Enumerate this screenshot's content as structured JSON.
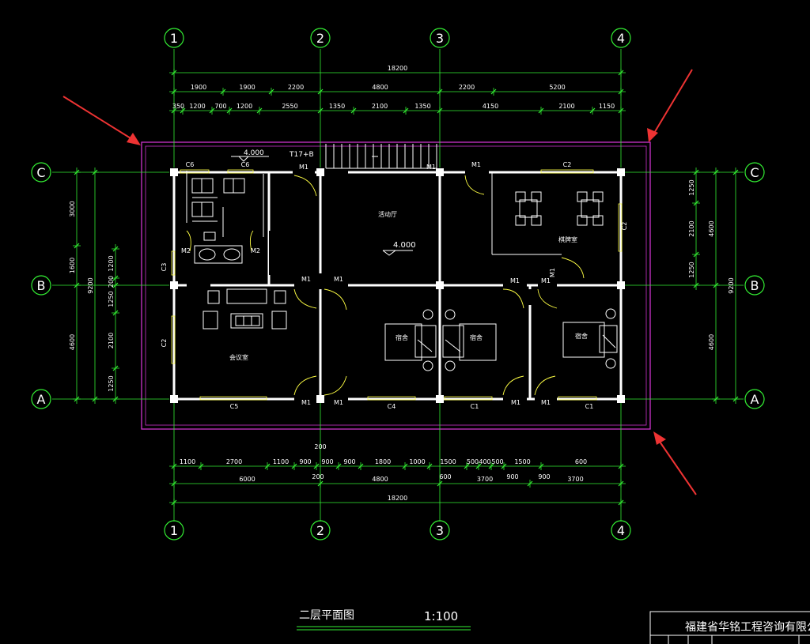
{
  "colors": {
    "background": "#000000",
    "dimension": "#33ee33",
    "grid_bubble": "#33ee33",
    "wall": "#ffffff",
    "window": "#ffff44",
    "text": "#ffffff",
    "outline": "#cc33cc",
    "arrow": "#ee3333",
    "furniture": "#ffffff"
  },
  "grid_axes": {
    "columns": [
      "1",
      "2",
      "3",
      "4"
    ],
    "rows": [
      "C",
      "B",
      "A"
    ]
  },
  "dimensions": {
    "top_total": "18200",
    "top_row1": [
      "1900",
      "1900",
      "2200",
      "4800",
      "2200",
      "5200"
    ],
    "top_row2": [
      "350",
      "1200",
      "700",
      "1200",
      "2550",
      "1350",
      "2100",
      "1350",
      "4150",
      "2100",
      "1150"
    ],
    "bottom_row1": [
      "1100",
      "2700",
      "1100",
      "900",
      "900",
      "900",
      "1800",
      "1000",
      "1500",
      "500",
      "400",
      "500",
      "1500",
      "600"
    ],
    "bottom_row2": [
      "6000",
      "4800",
      "3700",
      "3700"
    ],
    "bottom_extra": [
      "200",
      "200",
      "600",
      "900",
      "900"
    ],
    "bottom_total": "18200",
    "left_outer": [
      "3000",
      "1600",
      "4600",
      "1250",
      "9200"
    ],
    "left_inner": [
      "1200",
      "200",
      "1250",
      "2100",
      "1250"
    ],
    "right_inner": [
      "1250",
      "2100",
      "1250"
    ],
    "right_outer": [
      "4600",
      "4600",
      "9200"
    ]
  },
  "labels": {
    "windows": [
      "C6",
      "C6",
      "C2",
      "C3",
      "C2",
      "C5",
      "C4",
      "C1",
      "C1",
      "C2"
    ],
    "doors": [
      "M1",
      "M1",
      "M2",
      "M2",
      "M1",
      "M1",
      "M1",
      "M1",
      "M1",
      "M1",
      "M1",
      "M1",
      "M1",
      "M1"
    ],
    "elevations": [
      "4.000",
      "4.000"
    ],
    "stair_tag": "T17+B",
    "rooms": [
      "活动厅",
      "棋牌室",
      "会议室",
      "宿舍",
      "宿舍",
      "宿舍"
    ]
  },
  "footer": {
    "drawing_title": "二层平面图",
    "scale": "1:100",
    "company": "福建省华铭工程咨询有限公司"
  }
}
